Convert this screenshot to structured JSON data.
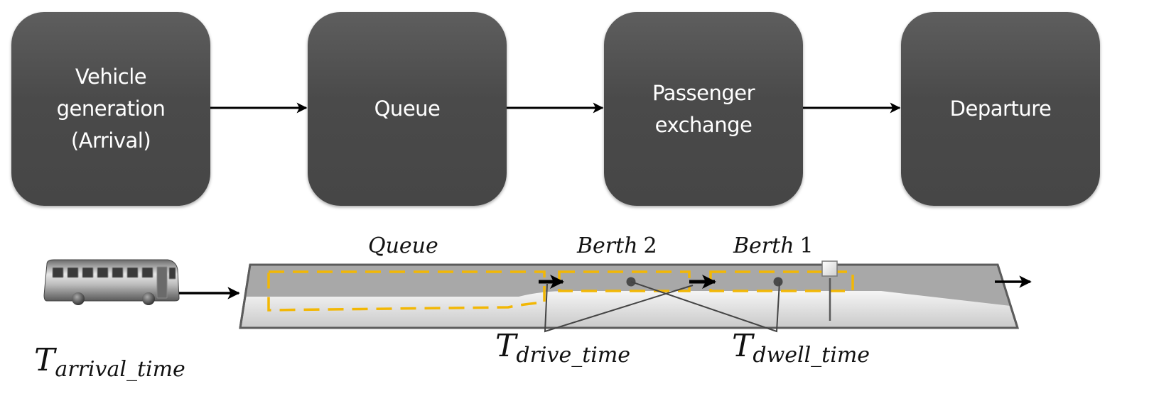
{
  "flow": {
    "steps": [
      {
        "id": "vehicle-generation",
        "label": "Vehicle\ngeneration\n(Arrival)"
      },
      {
        "id": "queue",
        "label": "Queue"
      },
      {
        "id": "passenger-exchange",
        "label": "Passenger\nexchange"
      },
      {
        "id": "departure",
        "label": "Departure"
      }
    ]
  },
  "stop": {
    "zones": {
      "queue": "Queue",
      "berth2_name": "Berth",
      "berth2_num": "2",
      "berth1_name": "Berth",
      "berth1_num": "1"
    },
    "times": {
      "arrival": {
        "base": "T",
        "sub": "arrival_time"
      },
      "drive": {
        "base": "T",
        "sub": "drive_time"
      },
      "dwell": {
        "base": "T",
        "sub": "dwell_time"
      }
    },
    "icons": {
      "vehicle": "bus-icon",
      "stop_sign": "bus-stop-sign-icon"
    }
  },
  "colors": {
    "box_fill": "#4a4a4a",
    "box_text": "#ffffff",
    "platform_gray": "#a8a8a8",
    "curb_light": "#ececec",
    "dash_yellow": "#f2b705",
    "arrow": "#000000"
  }
}
